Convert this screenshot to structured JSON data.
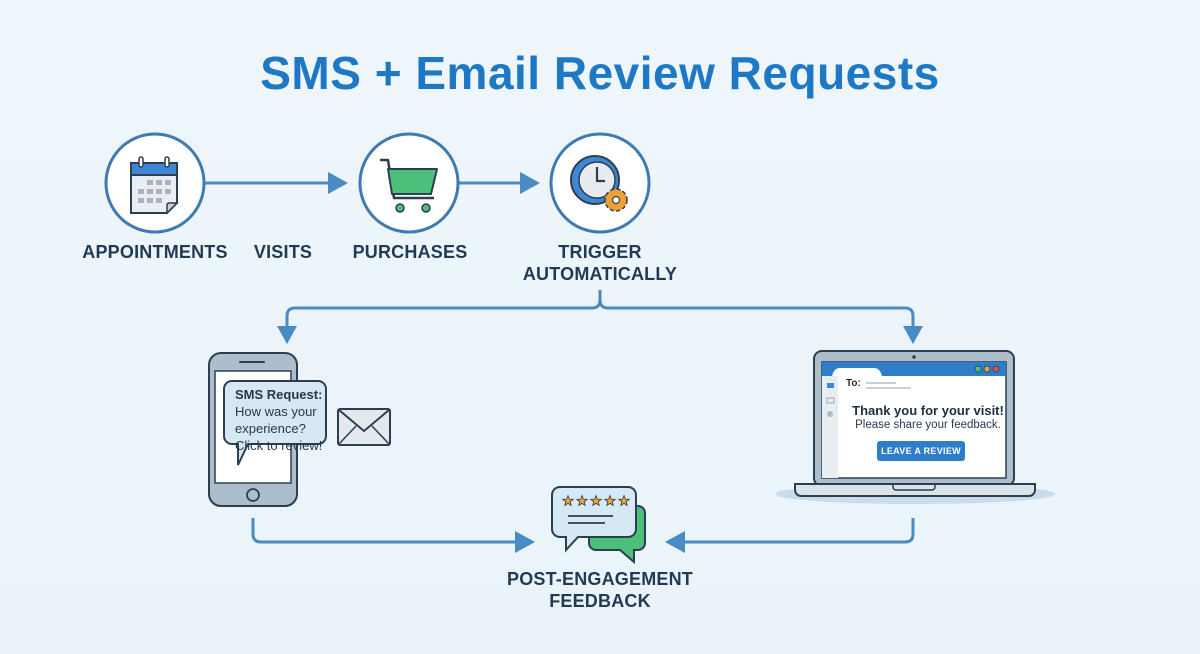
{
  "title": "SMS + Email Review Requests",
  "colors": {
    "title": "#1e78c4",
    "arrow": "#4a8bc4",
    "node_border": "#3f7bb0",
    "label": "#223a54",
    "cart": "#4cbf7a",
    "gear": "#f0a030",
    "button": "#2f7cc8",
    "star": "#f0a030"
  },
  "top_flow": {
    "nodes": [
      {
        "id": "appointments",
        "icon": "calendar-icon",
        "label": "APPOINTMENTS"
      },
      {
        "id": "visits",
        "icon": null,
        "label": "VISITS"
      },
      {
        "id": "purchases",
        "icon": "shopping-cart-icon",
        "label": "PURCHASES"
      },
      {
        "id": "trigger",
        "icon": "clock-gear-icon",
        "label_line1": "TRIGGER",
        "label_line2": "AUTOMATICALLY"
      }
    ]
  },
  "sms": {
    "title": "SMS Request:",
    "line1": "How was your",
    "line2": "experience?",
    "line3": "Click to review!",
    "side_icon": "envelope-icon"
  },
  "email": {
    "to_label": "To:",
    "heading": "Thank you for your visit!",
    "subtext": "Please share your feedback.",
    "button_label": "LEAVE A REVIEW",
    "sidebar_icons": [
      "folder-icon",
      "mail-icon",
      "gear-icon"
    ],
    "window_dots": [
      "#4cbf7a",
      "#f0a030",
      "#e0504a"
    ]
  },
  "feedback": {
    "icon": "review-chat-icon",
    "stars": 5,
    "label_line1": "POST-ENGAGEMENT",
    "label_line2": "FEEDBACK"
  }
}
